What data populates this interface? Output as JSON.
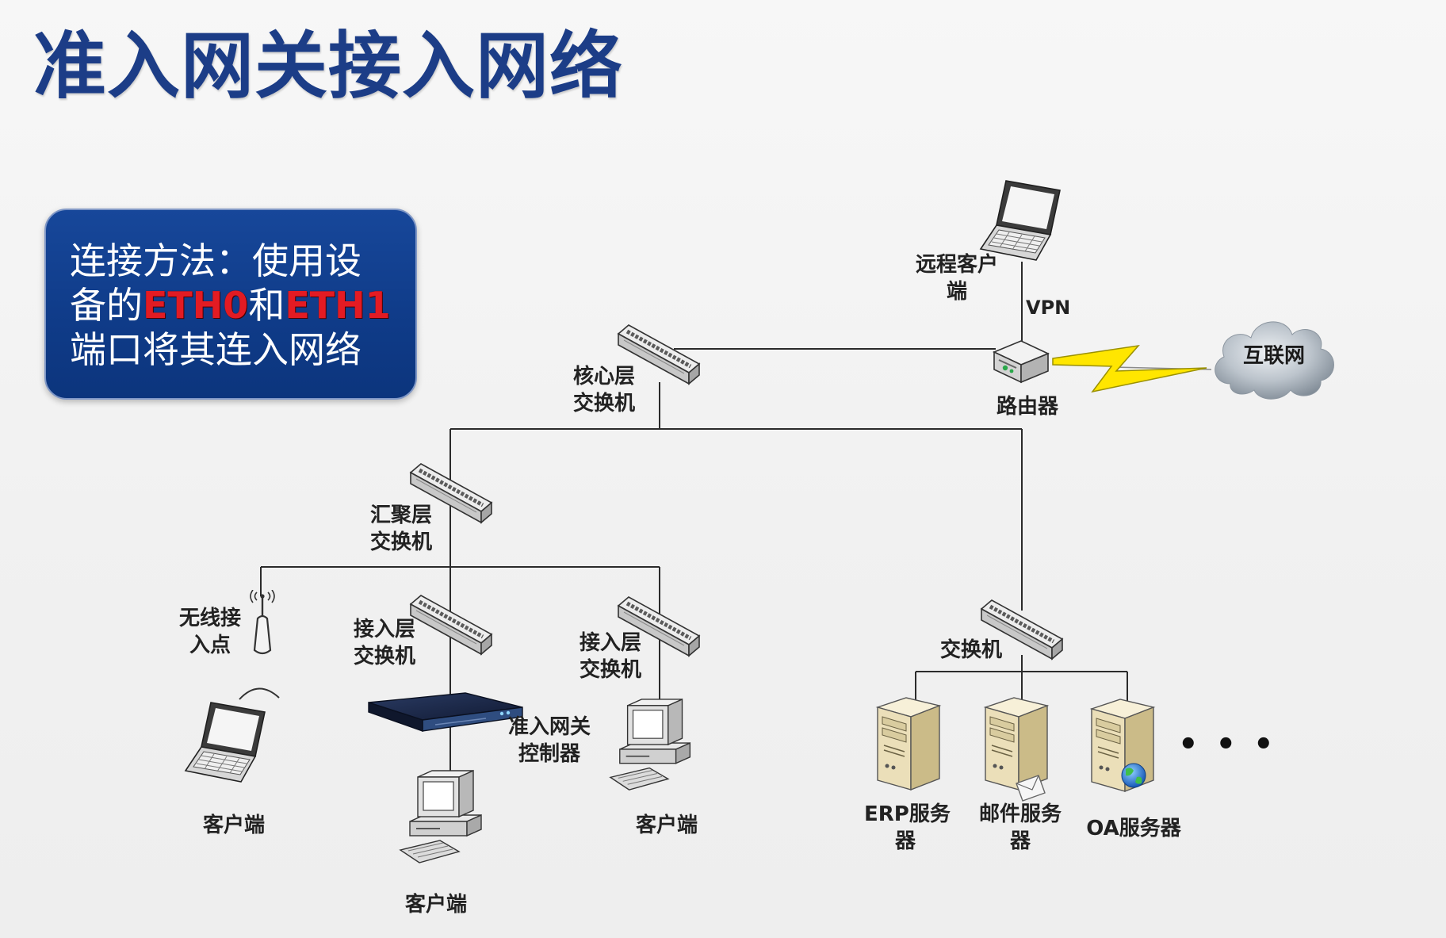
{
  "slide": {
    "title": "准入网关接入网络"
  },
  "callout": {
    "line1": "连接方法：使用设",
    "line2_prefix": "备的",
    "port_a": "ETH0",
    "line2_mid": "和",
    "port_b": "ETH1",
    "line3": "端口将其连入网络",
    "accent_color": "#e31b23",
    "background_color": "#0f3b88"
  },
  "nodes": {
    "remote_client": {
      "label": [
        "远程客户",
        "端"
      ],
      "icon": "laptop-icon"
    },
    "vpn_link": {
      "label": "VPN"
    },
    "router": {
      "label": "路由器",
      "icon": "router-icon"
    },
    "internet": {
      "label": "互联网",
      "icon": "cloud-icon"
    },
    "core_switch": {
      "label": [
        "核心层",
        "交换机"
      ],
      "icon": "switch-icon"
    },
    "aggregation_switch": {
      "label": [
        "汇聚层",
        "交换机"
      ],
      "icon": "switch-icon"
    },
    "wireless_ap": {
      "label": [
        "无线接",
        "入点"
      ],
      "icon": "wireless-access-point-icon"
    },
    "access_switch_1": {
      "label": [
        "接入层",
        "交换机"
      ],
      "icon": "switch-icon"
    },
    "access_switch_2": {
      "label": [
        "接入层",
        "交换机"
      ],
      "icon": "switch-icon"
    },
    "gateway_controller": {
      "label": [
        "准入网关",
        "控制器"
      ],
      "icon": "rack-appliance-icon"
    },
    "wireless_client": {
      "label": "客户端",
      "icon": "laptop-icon"
    },
    "wired_client_bottom": {
      "label": "客户端",
      "icon": "desktop-computer-icon"
    },
    "wired_client_right": {
      "label": "客户端",
      "icon": "desktop-computer-icon"
    },
    "server_switch": {
      "label": "交换机",
      "icon": "switch-icon"
    },
    "erp_server": {
      "label": [
        "ERP服务",
        "器"
      ],
      "icon": "server-icon"
    },
    "mail_server": {
      "label": [
        "邮件服务",
        "器"
      ],
      "icon": "mail-server-icon"
    },
    "oa_server": {
      "label": "OA服务器",
      "icon": "web-server-icon"
    },
    "more_servers": {
      "label": "• • •"
    }
  }
}
